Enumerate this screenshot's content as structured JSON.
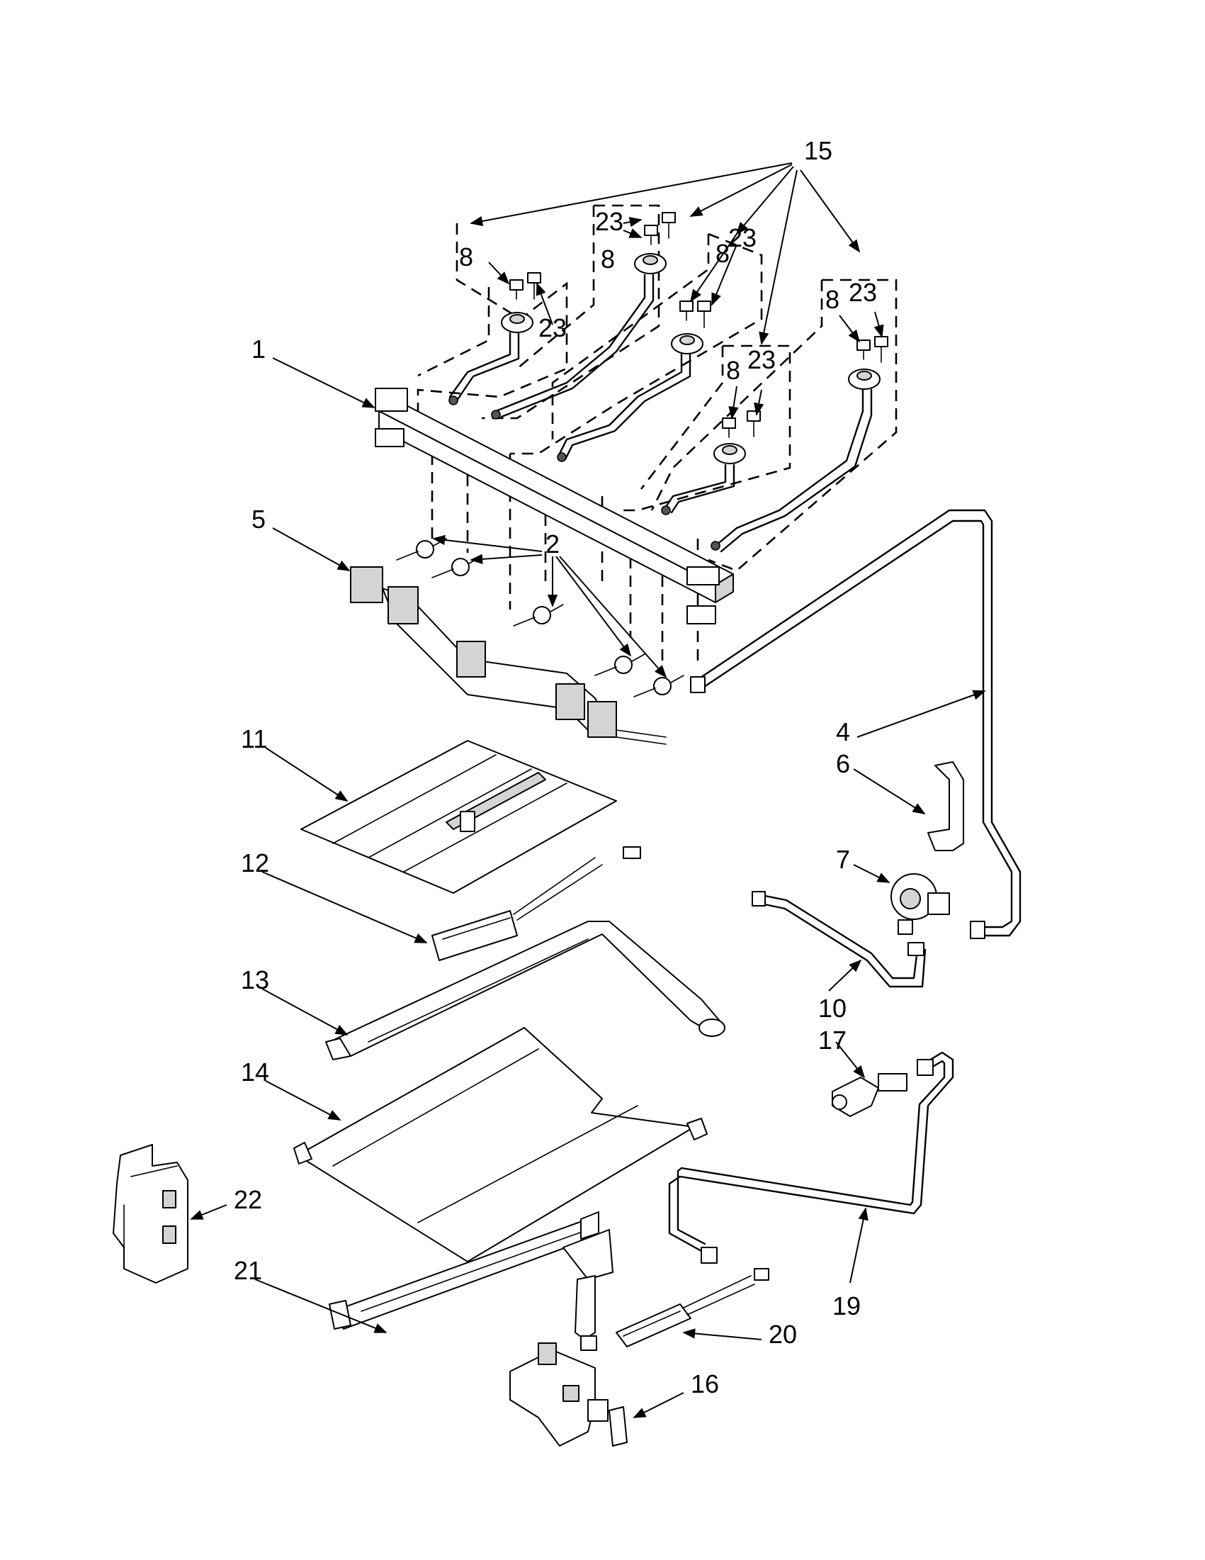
{
  "callouts": [
    {
      "id": "c1",
      "text": "1"
    },
    {
      "id": "c2",
      "text": "2"
    },
    {
      "id": "c4",
      "text": "4"
    },
    {
      "id": "c5",
      "text": "5"
    },
    {
      "id": "c6",
      "text": "6"
    },
    {
      "id": "c7",
      "text": "7"
    },
    {
      "id": "c8a",
      "text": "8"
    },
    {
      "id": "c8b",
      "text": "8"
    },
    {
      "id": "c8c",
      "text": "8"
    },
    {
      "id": "c8d",
      "text": "8"
    },
    {
      "id": "c8e",
      "text": "8"
    },
    {
      "id": "c10",
      "text": "10"
    },
    {
      "id": "c11",
      "text": "11"
    },
    {
      "id": "c12",
      "text": "12"
    },
    {
      "id": "c13",
      "text": "13"
    },
    {
      "id": "c14",
      "text": "14"
    },
    {
      "id": "c15",
      "text": "15"
    },
    {
      "id": "c16",
      "text": "16"
    },
    {
      "id": "c17",
      "text": "17"
    },
    {
      "id": "c19",
      "text": "19"
    },
    {
      "id": "c20",
      "text": "20"
    },
    {
      "id": "c21",
      "text": "21"
    },
    {
      "id": "c22",
      "text": "22"
    },
    {
      "id": "c23a",
      "text": "23"
    },
    {
      "id": "c23b",
      "text": "23"
    },
    {
      "id": "c23c",
      "text": "23"
    },
    {
      "id": "c23d",
      "text": "23"
    },
    {
      "id": "c23e",
      "text": "23"
    }
  ]
}
